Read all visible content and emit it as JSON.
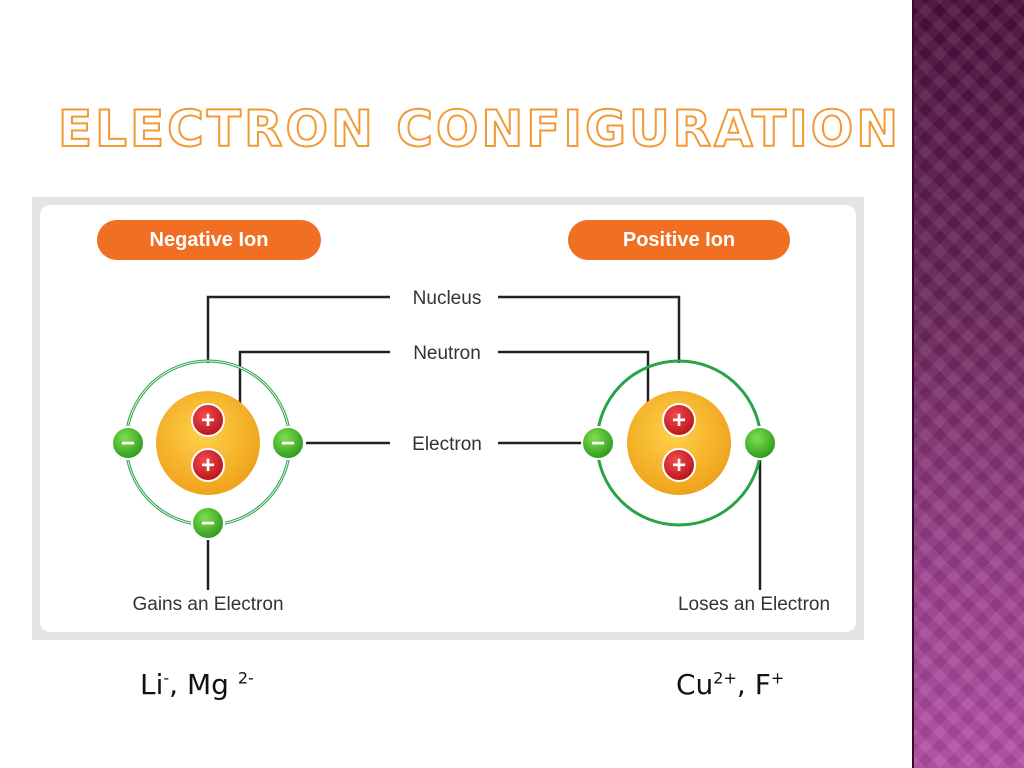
{
  "slide": {
    "title": "Electron Configuration"
  },
  "diagram": {
    "negative_label": "Negative Ion",
    "positive_label": "Positive Ion",
    "nucleus_label": "Nucleus",
    "neutron_label": "Neutron",
    "electron_label": "Electron",
    "gains_label": "Gains an Electron",
    "loses_label": "Loses an Electron",
    "plus_sign": "+",
    "minus_sign": "−"
  },
  "examples": {
    "negative": {
      "el1": "Li",
      "ch1": "-",
      "sep": ", ",
      "el2": "Mg ",
      "ch2": "2-"
    },
    "positive": {
      "el1": "Cu",
      "ch1": "2+",
      "sep": ", ",
      "el2": "F",
      "ch2": "+"
    }
  },
  "colors": {
    "title_orange": "#f19a36",
    "pill_orange": "#f06f22",
    "nucleus_yellow": "#f5b62c",
    "proton_red": "#d8232a",
    "electron_green": "#4cbb2f",
    "sidebar_purple": "#7a2a6a"
  }
}
